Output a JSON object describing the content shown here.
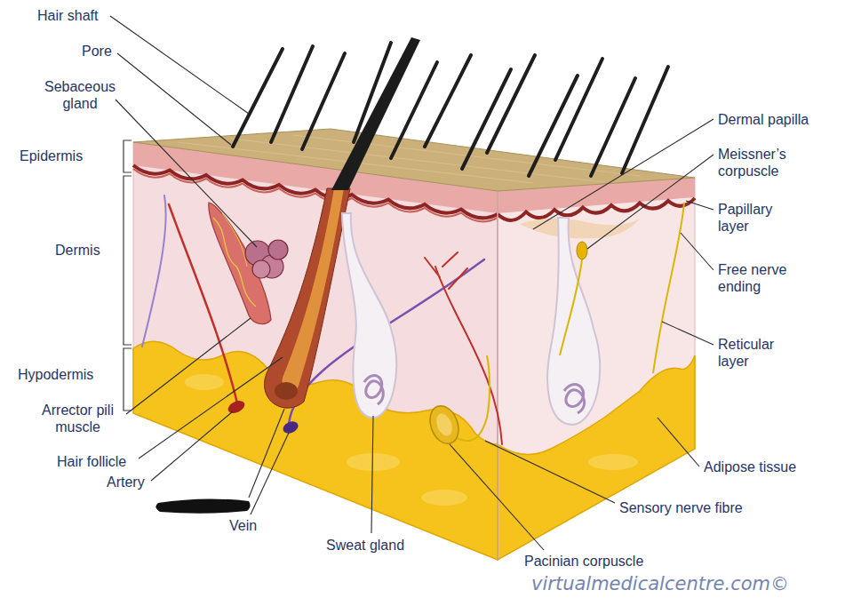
{
  "diagram": {
    "labels": [
      "Hair shaft",
      "Pore",
      "Sebaceous gland",
      "Epidermis",
      "Dermis",
      "Hypodermis",
      "Arrector pili muscle",
      "Hair follicle",
      "Artery",
      "Vein",
      "Sweat gland",
      "Pacinian corpuscle",
      "Sensory nerve fibre",
      "Adipose tissue",
      "Dermal papilla",
      "Meissner’s corpuscle",
      "Papillary layer",
      "Free nerve ending",
      "Reticular layer",
      "virtualmedicalcentre.com©"
    ]
  }
}
